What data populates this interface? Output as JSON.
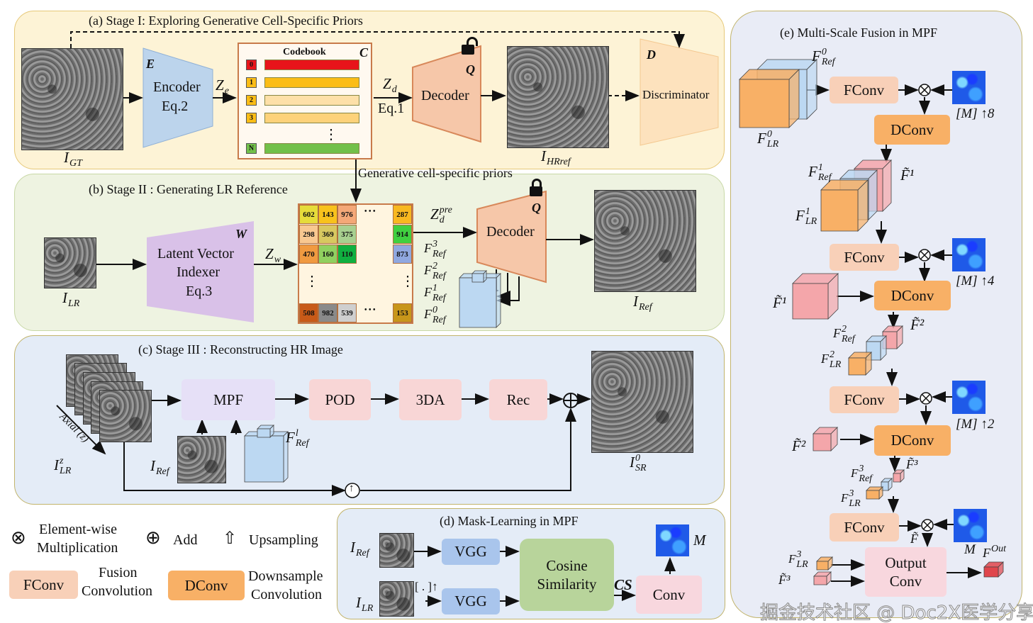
{
  "colors": {
    "panel_a": "#fdf3d6",
    "panel_b": "#eef3e1",
    "panel_c": "#e4ecf7",
    "panel_d": "#e4ecf7",
    "panel_e": "#e9ecf6",
    "encoder": "#bcd4ec",
    "decoder": "#f6c7a9",
    "discriminator": "#fde2bd",
    "indexer": "#d9c1e8",
    "fconv": "#f8d0b8",
    "dconv": "#f8b066",
    "mpf": "#e6e0f7",
    "pod": "#f8d6d6",
    "vgg": "#a9c5ec",
    "cosine": "#b8d49b",
    "conv": "#f8d7de"
  },
  "panel_a": {
    "title": "(a) Stage I: Exploring Generative Cell-Specific Priors",
    "i_gt": {
      "b": "I",
      "sub": "GT"
    },
    "encoder": {
      "tag": "E",
      "name": "Encoder",
      "eq": "Eq.2"
    },
    "z_e": {
      "b": "Z",
      "sub": "e"
    },
    "codebook": {
      "title": "Codebook",
      "tag": "C",
      "rows": [
        {
          "idx": "0",
          "color": "#e8141a"
        },
        {
          "idx": "1",
          "color": "#fbbd16"
        },
        {
          "idx": "2",
          "color": "#fde0a8"
        },
        {
          "idx": "3",
          "color": "#fdd27a"
        },
        {
          "idx": "N",
          "color": "#72c04a"
        }
      ],
      "ellipsis": "⋮"
    },
    "z_d": {
      "b": "Z",
      "sub": "d"
    },
    "eq1": "Eq.1",
    "decoder": {
      "tag": "Q",
      "name": "Decoder",
      "icon": "unlock-icon"
    },
    "i_hrref": {
      "b": "I",
      "sub": "HRref"
    },
    "discriminator": {
      "tag": "D",
      "name": "Discriminator"
    }
  },
  "panel_b": {
    "title": "(b) Stage II : Generating LR Reference",
    "priors_label": "Generative cell-specific priors",
    "i_lr": {
      "b": "I",
      "sub": "LR"
    },
    "indexer": {
      "tag": "W",
      "lines": [
        "Latent Vector",
        "Indexer",
        "Eq.3"
      ]
    },
    "z_w": {
      "b": "Z",
      "sub": "w"
    },
    "grid": {
      "rows": [
        [
          {
            "v": "602",
            "c": "#e6dc3a"
          },
          {
            "v": "143",
            "c": "#f8c21c"
          },
          {
            "v": "976",
            "c": "#f4a878"
          }
        ],
        [
          {
            "v": "298",
            "c": "#f8c890"
          },
          {
            "v": "369",
            "c": "#d8c860"
          },
          {
            "v": "375",
            "c": "#a8d090"
          }
        ],
        [
          {
            "v": "470",
            "c": "#f09a40"
          },
          {
            "v": "160",
            "c": "#90d060"
          },
          {
            "v": "110",
            "c": "#10b040"
          }
        ],
        [
          {
            "v": "508",
            "c": "#c85a18"
          },
          {
            "v": "982",
            "c": "#8a8a8a"
          },
          {
            "v": "539",
            "c": "#cfcfcf"
          }
        ]
      ],
      "right": [
        {
          "v": "287",
          "c": "#f8b820"
        },
        {
          "v": "914",
          "c": "#40d040"
        },
        {
          "v": "873",
          "c": "#90a8e0"
        },
        {
          "v": "153",
          "c": "#c8961a"
        }
      ],
      "hdots": "• • •",
      "vdots": "⋮"
    },
    "z_d_pre": {
      "b": "Z",
      "sub": "d",
      "sup": "pre"
    },
    "decoder": {
      "tag": "Q",
      "name": "Decoder",
      "icon": "lock-icon"
    },
    "f_refs": [
      {
        "b": "F",
        "sub": "Ref",
        "sup": "3"
      },
      {
        "b": "F",
        "sub": "Ref",
        "sup": "2"
      },
      {
        "b": "F",
        "sub": "Ref",
        "sup": "1"
      },
      {
        "b": "F",
        "sub": "Ref",
        "sup": "0"
      }
    ],
    "i_ref": {
      "b": "I",
      "sub": "Ref"
    }
  },
  "panel_c": {
    "title": "(c) Stage III  : Reconstructing HR Image",
    "axial": "Axial (z)",
    "i_lr_z": {
      "b": "I",
      "sub": "LR",
      "sup": "z"
    },
    "blocks": [
      "MPF",
      "POD",
      "3DA",
      "Rec"
    ],
    "i_ref": {
      "b": "I",
      "sub": "Ref"
    },
    "f_ref_l": {
      "b": "F",
      "sub": "Ref",
      "sup": "l"
    },
    "i_sr": {
      "b": "I",
      "sub": "SR",
      "sup": "0"
    },
    "upsample_symbol": "↑"
  },
  "legend": {
    "items": [
      {
        "symbol": "⊗",
        "label": [
          "Element-wise",
          "Multiplication"
        ]
      },
      {
        "symbol": "⊕",
        "label": [
          "Add"
        ]
      },
      {
        "symbol": "⇧",
        "label": [
          "Upsampling"
        ]
      }
    ],
    "fconv": {
      "box": "FConv",
      "label": [
        "Fusion",
        "Convolution"
      ]
    },
    "dconv": {
      "box": "DConv",
      "label": [
        "Downsample",
        "Convolution"
      ]
    }
  },
  "panel_d": {
    "title": "(d) Mask-Learning in MPF",
    "i_ref": {
      "b": "I",
      "sub": "Ref"
    },
    "i_lr": {
      "b": "I",
      "sub": "LR"
    },
    "upsample_op": "[ . ]↑",
    "vgg": "VGG",
    "cosine": [
      "Cosine",
      "Similarity"
    ],
    "cs": "CS",
    "conv": "Conv",
    "m": "M"
  },
  "panel_e": {
    "title": "(e) Multi-Scale Fusion in MPF",
    "fconv": "FConv",
    "dconv": "DConv",
    "f_ref0": {
      "b": "F",
      "sub": "Ref",
      "sup": "0"
    },
    "f_lr0": {
      "b": "F",
      "sub": "LR",
      "sup": "0"
    },
    "m8": "[M] ↑8",
    "m4": "[M] ↑4",
    "m2": "[M] ↑2",
    "m": "M",
    "f_ref1": {
      "b": "F",
      "sub": "Ref",
      "sup": "1"
    },
    "f_lr1": {
      "b": "F",
      "sub": "LR",
      "sup": "1"
    },
    "ft1": "F̃¹",
    "ft2": "F̃²",
    "ft3": "F̃³",
    "ft": "F̃",
    "f_ref2": {
      "b": "F",
      "sub": "Ref",
      "sup": "2"
    },
    "f_lr2": {
      "b": "F",
      "sub": "LR",
      "sup": "2"
    },
    "f_ref3": {
      "b": "F",
      "sub": "Ref",
      "sup": "3"
    },
    "f_lr3": {
      "b": "F",
      "sub": "LR",
      "sup": "3"
    },
    "output_conv": [
      "Output",
      "Conv"
    ],
    "f_out": {
      "b": "F",
      "sup": "Out"
    }
  },
  "watermark": "掘金技术社区 @ Doc2X医学分享"
}
